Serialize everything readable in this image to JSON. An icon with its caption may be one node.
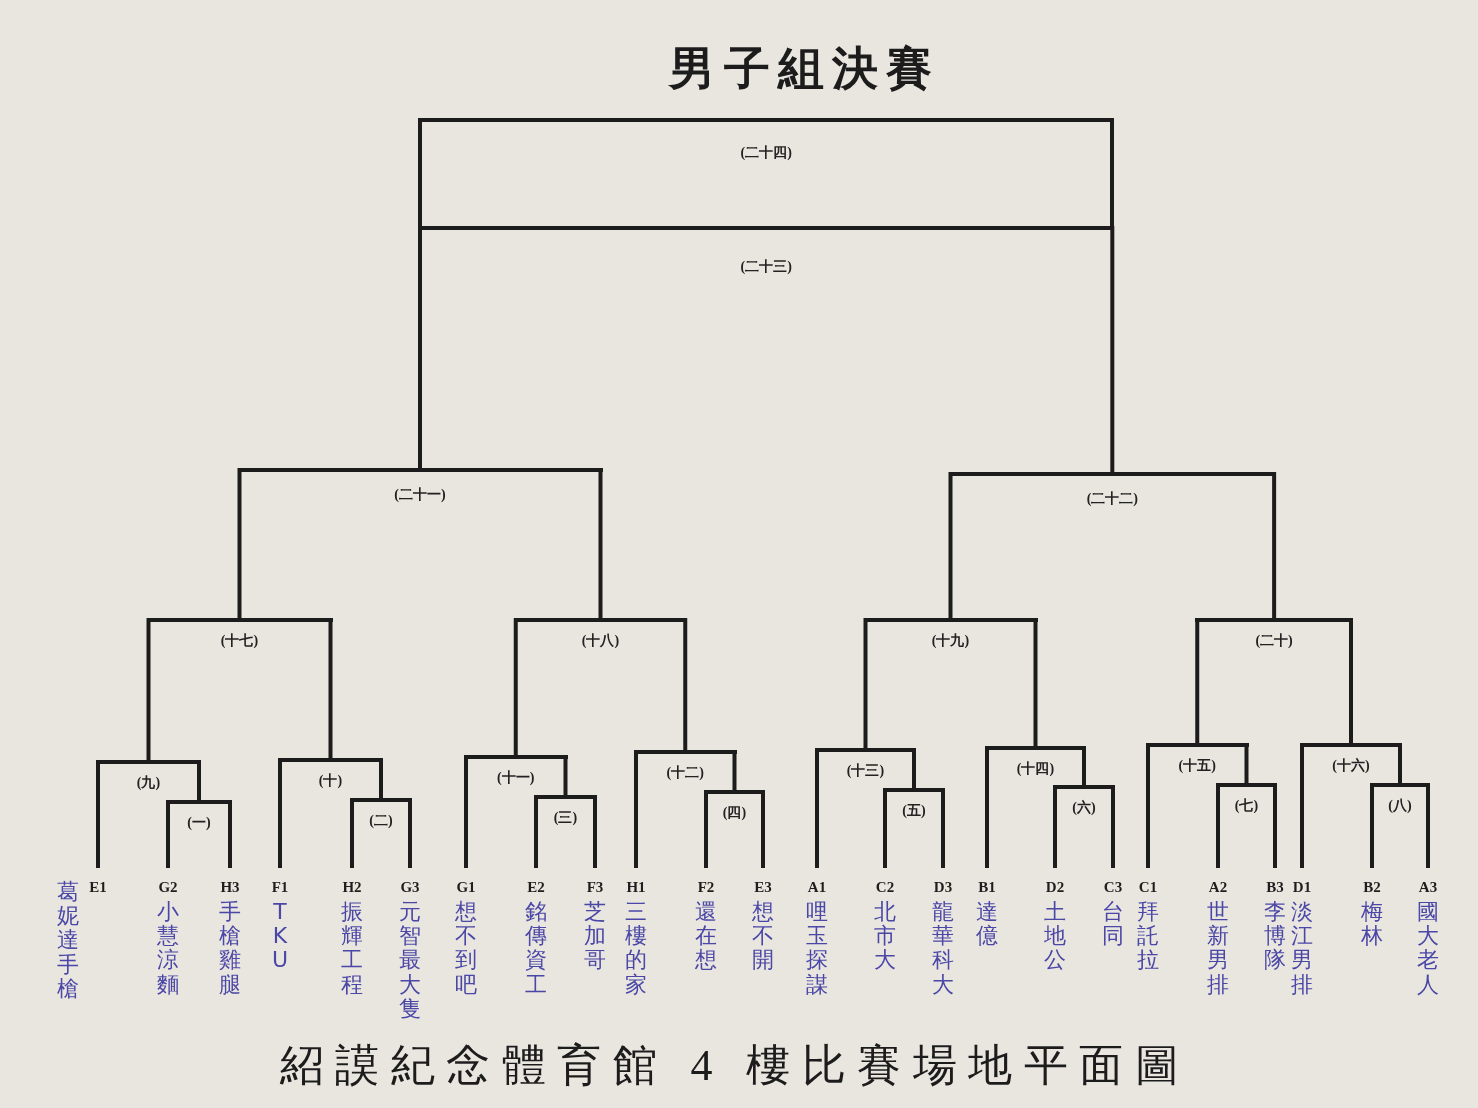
{
  "diagram": {
    "title": "男子組決賽",
    "caption": "紹謨紀念體育館 4 樓比賽場地平面圖",
    "nodes": [
      {
        "text": [
          "(二十四)"
        ]
      },
      {
        "text": [
          "(二十三)"
        ]
      },
      {
        "text": [
          "(二十一)"
        ]
      },
      {
        "text": [
          "(二十二)"
        ]
      },
      {
        "text": [
          "(十七)"
        ]
      },
      {
        "text": [
          "(十八)"
        ]
      },
      {
        "text": [
          "(十九)"
        ]
      },
      {
        "text": [
          "(二十)"
        ]
      },
      {
        "text": [
          "(九)"
        ]
      },
      {
        "text": [
          "(十)"
        ]
      },
      {
        "text": [
          "(十一)"
        ]
      },
      {
        "text": [
          "(十二)"
        ]
      },
      {
        "text": [
          "(十三)"
        ]
      },
      {
        "text": [
          "(十四)"
        ]
      },
      {
        "text": [
          "(十五)"
        ]
      },
      {
        "text": [
          "(十六)"
        ]
      },
      {
        "text": [
          "(一)"
        ]
      },
      {
        "text": [
          "(二)"
        ]
      },
      {
        "text": [
          "(三)"
        ]
      },
      {
        "text": [
          "(四)"
        ]
      },
      {
        "text": [
          "(五)"
        ]
      },
      {
        "text": [
          "(六)"
        ]
      },
      {
        "text": [
          "(七)"
        ]
      },
      {
        "text": [
          "(八)"
        ]
      },
      {
        "text": [
          "葛妮達手槍",
          "E1"
        ]
      },
      {
        "text": [
          "G2",
          "小慧涼麵"
        ]
      },
      {
        "text": [
          "H3",
          "手槍雞腿"
        ]
      },
      {
        "text": [
          "F1",
          "TKU"
        ]
      },
      {
        "text": [
          "H2",
          "振輝工程"
        ]
      },
      {
        "text": [
          "G3",
          "元智最大隻"
        ]
      },
      {
        "text": [
          "G1",
          "想不到吧"
        ]
      },
      {
        "text": [
          "E2",
          "銘傳資工"
        ]
      },
      {
        "text": [
          "F3",
          "芝加哥"
        ]
      },
      {
        "text": [
          "H1",
          "三樓的家"
        ]
      },
      {
        "text": [
          "F2",
          "還在想"
        ]
      },
      {
        "text": [
          "E3",
          "想不開"
        ]
      },
      {
        "text": [
          "A1",
          "哩玉探謀"
        ]
      },
      {
        "text": [
          "C2",
          "北市大"
        ]
      },
      {
        "text": [
          "D3",
          "龍華科大"
        ]
      },
      {
        "text": [
          "B1",
          "達億"
        ]
      },
      {
        "text": [
          "D2",
          "土地公"
        ]
      },
      {
        "text": [
          "C3",
          "台同"
        ]
      },
      {
        "text": [
          "C1",
          "拜託拉"
        ]
      },
      {
        "text": [
          "A2",
          "世新男排"
        ]
      },
      {
        "text": [
          "B3",
          "李博隊"
        ]
      },
      {
        "text": [
          "D1",
          "淡江男排"
        ]
      },
      {
        "text": [
          "B2",
          "梅林"
        ]
      },
      {
        "text": [
          "A3",
          "國大老人"
        ]
      }
    ],
    "edges": [
      {
        "from": 24,
        "to": 8,
        "arrow": "none"
      },
      {
        "from": 25,
        "to": 16,
        "arrow": "none"
      },
      {
        "from": 26,
        "to": 16,
        "arrow": "none"
      },
      {
        "from": 16,
        "to": 8,
        "arrow": "none"
      },
      {
        "from": 27,
        "to": 9,
        "arrow": "none"
      },
      {
        "from": 28,
        "to": 17,
        "arrow": "none"
      },
      {
        "from": 29,
        "to": 17,
        "arrow": "none"
      },
      {
        "from": 17,
        "to": 9,
        "arrow": "none"
      },
      {
        "from": 30,
        "to": 10,
        "arrow": "none"
      },
      {
        "from": 31,
        "to": 18,
        "arrow": "none"
      },
      {
        "from": 32,
        "to": 18,
        "arrow": "none"
      },
      {
        "from": 18,
        "to": 10,
        "arrow": "none"
      },
      {
        "from": 33,
        "to": 11,
        "arrow": "none"
      },
      {
        "from": 34,
        "to": 19,
        "arrow": "none"
      },
      {
        "from": 35,
        "to": 19,
        "arrow": "none"
      },
      {
        "from": 19,
        "to": 11,
        "arrow": "none"
      },
      {
        "from": 36,
        "to": 12,
        "arrow": "none"
      },
      {
        "from": 37,
        "to": 20,
        "arrow": "none"
      },
      {
        "from": 38,
        "to": 20,
        "arrow": "none"
      },
      {
        "from": 20,
        "to": 12,
        "arrow": "none"
      },
      {
        "from": 39,
        "to": 13,
        "arrow": "none"
      },
      {
        "from": 40,
        "to": 21,
        "arrow": "none"
      },
      {
        "from": 41,
        "to": 21,
        "arrow": "none"
      },
      {
        "from": 21,
        "to": 13,
        "arrow": "none"
      },
      {
        "from": 42,
        "to": 14,
        "arrow": "none"
      },
      {
        "from": 43,
        "to": 22,
        "arrow": "none"
      },
      {
        "from": 44,
        "to": 22,
        "arrow": "none"
      },
      {
        "from": 22,
        "to": 14,
        "arrow": "none"
      },
      {
        "from": 45,
        "to": 15,
        "arrow": "none"
      },
      {
        "from": 46,
        "to": 23,
        "arrow": "none"
      },
      {
        "from": 47,
        "to": 23,
        "arrow": "none"
      },
      {
        "from": 23,
        "to": 15,
        "arrow": "none"
      },
      {
        "from": 8,
        "to": 4,
        "arrow": "none"
      },
      {
        "from": 9,
        "to": 4,
        "arrow": "none"
      },
      {
        "from": 10,
        "to": 5,
        "arrow": "none"
      },
      {
        "from": 11,
        "to": 5,
        "arrow": "none"
      },
      {
        "from": 12,
        "to": 6,
        "arrow": "none"
      },
      {
        "from": 13,
        "to": 6,
        "arrow": "none"
      },
      {
        "from": 14,
        "to": 7,
        "arrow": "none"
      },
      {
        "from": 15,
        "to": 7,
        "arrow": "none"
      },
      {
        "from": 4,
        "to": 2,
        "arrow": "none"
      },
      {
        "from": 5,
        "to": 2,
        "arrow": "none"
      },
      {
        "from": 6,
        "to": 3,
        "arrow": "none"
      },
      {
        "from": 7,
        "to": 3,
        "arrow": "none"
      },
      {
        "from": 2,
        "to": 1,
        "arrow": "none"
      },
      {
        "from": 3,
        "to": 1,
        "arrow": "none"
      }
    ]
  }
}
